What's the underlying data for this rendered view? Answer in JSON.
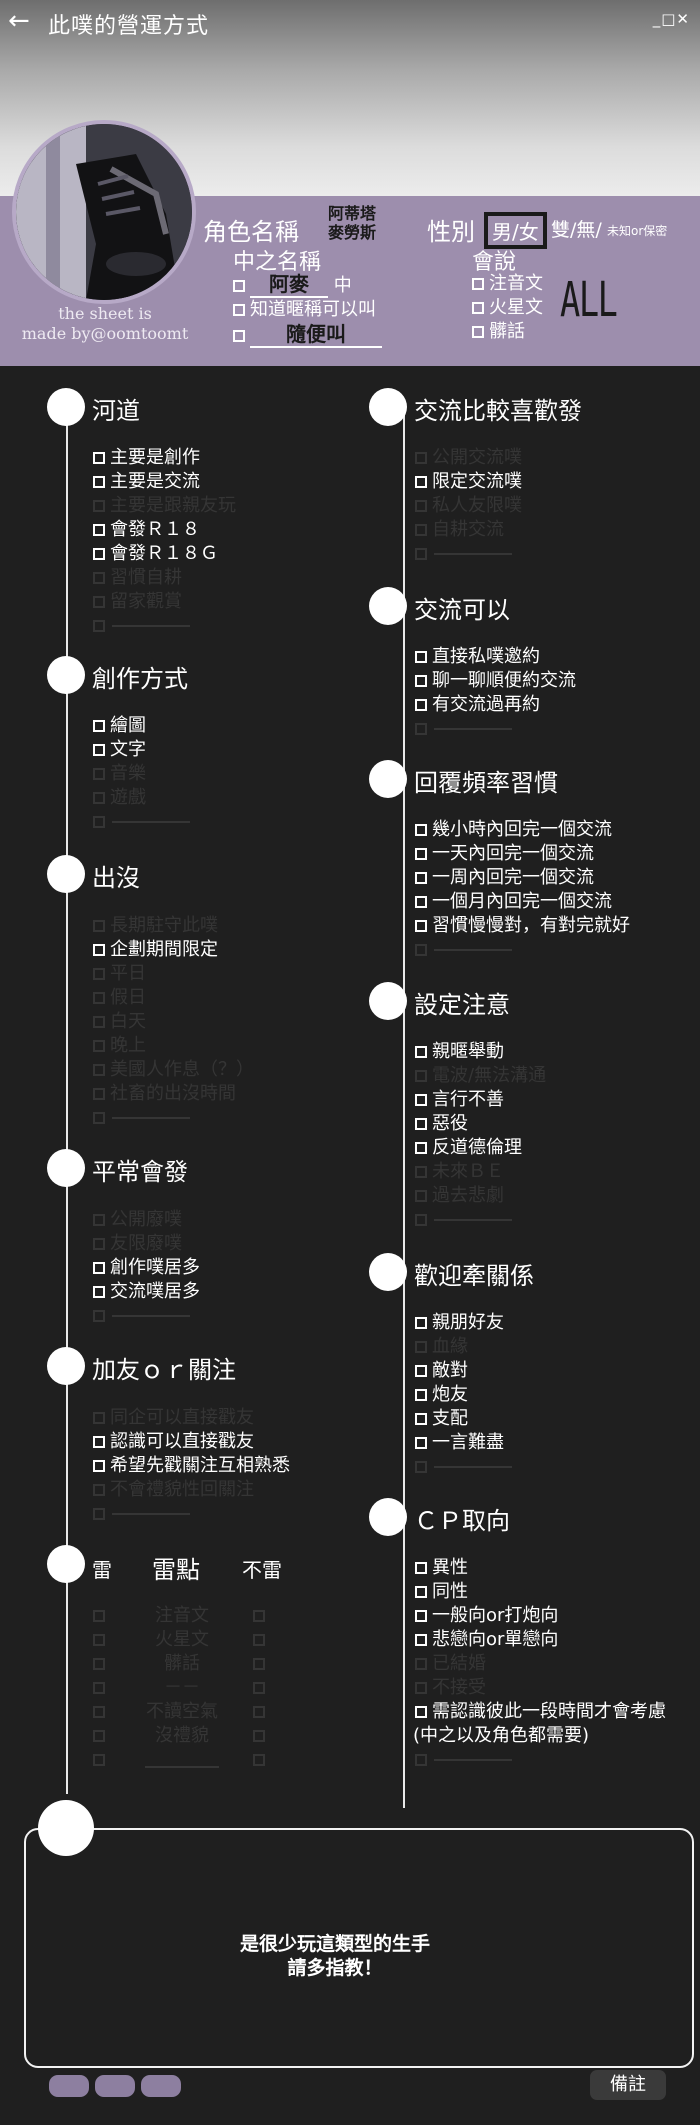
{
  "header": {
    "back_icon": "←",
    "title": "此噗的營運方式",
    "window_controls": "_□✕"
  },
  "profile": {
    "credit_line1": "the sheet is",
    "credit_line2": "made by@oomtoomt",
    "name_label": "角色名稱",
    "name_line1": "阿蒂塔",
    "name_line2": "麥勞斯",
    "gender_label": "性別",
    "gender_selected": "男/女",
    "gender_rest": "雙/無/",
    "gender_small": "未知or保密",
    "nickname_label": "中之名稱",
    "nickname_value": "阿麥",
    "nickname_suffix": "中",
    "nickname_opt2": "知道暱稱可以叫",
    "nickname_opt3": "隨便叫",
    "lang_label": "會說",
    "lang_opts": [
      "注音文",
      "火星文",
      "髒話"
    ],
    "lang_mark": "ALL"
  },
  "sections": {
    "river": {
      "title": "河道",
      "opts": [
        "主要是創作",
        "主要是交流",
        "主要是跟親友玩",
        "會發Ｒ１８",
        "會發Ｒ１８Ｇ",
        "習慣自耕",
        "留家觀賞",
        ""
      ]
    },
    "create": {
      "title": "創作方式",
      "opts": [
        "繪圖",
        "文字",
        "音樂",
        "遊戲",
        ""
      ]
    },
    "appear": {
      "title": "出沒",
      "opts": [
        "長期駐守此噗",
        "企劃期間限定",
        "平日",
        "假日",
        "白天",
        "晚上",
        "美國人作息（？）",
        "社畜的出沒時間",
        ""
      ]
    },
    "usual": {
      "title": "平常會發",
      "opts": [
        "公開廢噗",
        "友限廢噗",
        "創作噗居多",
        "交流噗居多",
        ""
      ]
    },
    "friend": {
      "title": "加友ｏｒ關注",
      "opts": [
        "同企可以直接戳友",
        "認識可以直接戳友",
        "希望先戳關注互相熟悉",
        "不會禮貌性回關注",
        ""
      ]
    },
    "thunder": {
      "title_left": "雷",
      "title_mid": "雷點",
      "title_right": "不雷",
      "rows": [
        "注音文",
        "火星文",
        "髒話",
        "－－",
        "不讀空氣",
        "沒禮貌",
        ""
      ]
    },
    "prefer": {
      "title": "交流比較喜歡發",
      "opts": [
        "公開交流噗",
        "限定交流噗",
        "私人友限噗",
        "自耕交流",
        ""
      ]
    },
    "can": {
      "title": "交流可以",
      "opts": [
        "直接私噗邀約",
        "聊一聊順便約交流",
        "有交流過再約",
        ""
      ]
    },
    "reply": {
      "title": "回覆頻率習慣",
      "opts": [
        "幾小時內回完一個交流",
        "一天內回完一個交流",
        "一周內回完一個交流",
        "一個月內回完一個交流",
        "習慣慢慢對，有對完就好",
        ""
      ]
    },
    "notice": {
      "title": "設定注意",
      "opts": [
        "親暱舉動",
        "電波/無法溝通",
        "言行不善",
        "惡役",
        "反道德倫理",
        "未來ＢＥ",
        "過去悲劇",
        ""
      ]
    },
    "relation": {
      "title": "歡迎牽關係",
      "opts": [
        "親朋好友",
        "血緣",
        "敵對",
        "炮友",
        "支配",
        "一言難盡",
        ""
      ]
    },
    "cp": {
      "title": "ＣＰ取向",
      "opts": [
        "異性",
        "同性",
        "一般向or打炮向",
        "悲戀向or單戀向",
        "已結婚",
        "不接受",
        "需認識彼此一段時間才會考慮",
        "(中之以及角色都需要)",
        ""
      ]
    }
  },
  "note": {
    "line1": "是很少玩這類型的生手",
    "line2": "請多指教！"
  },
  "footer": {
    "memo_label": "備註"
  }
}
